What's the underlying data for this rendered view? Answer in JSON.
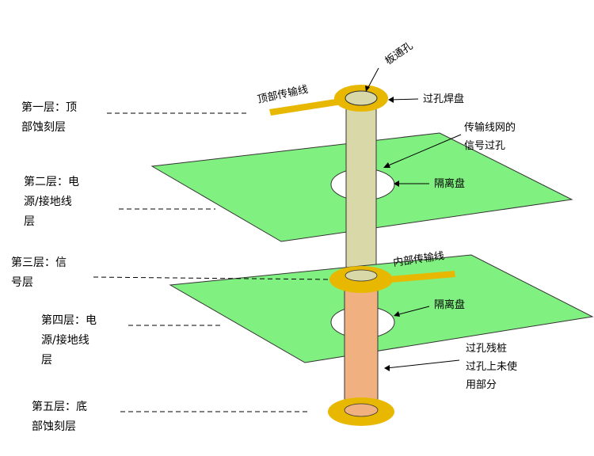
{
  "layers": {
    "l1a": "第一层：顶",
    "l1b": "部蚀刻层",
    "l2a": "第二层：电",
    "l2b": "源/接地线",
    "l2c": "层",
    "l3a": "第三层：信",
    "l3b": "号层",
    "l4a": "第四层：电",
    "l4b": "源/接地线",
    "l4c": "层",
    "l5a": "第五层：底",
    "l5b": "部蚀刻层"
  },
  "annotations": {
    "through_hole": "板通孔",
    "top_trace": "顶部传输线",
    "via_pad": "过孔焊盘",
    "signal_via_a": "传输线网的",
    "signal_via_b": "信号过孔",
    "antipad_1": "隔离盘",
    "inner_trace": "内部传输线",
    "antipad_2": "隔离盘",
    "stub_a": "过孔残桩",
    "stub_b": "过孔上未使",
    "stub_c": "用部分"
  },
  "colors": {
    "plane_fill": "#80f080",
    "pad": "#e8b800",
    "barrel_upper": "#d8d8a8",
    "barrel_stub": "#f0b080",
    "trace": "#e8b800"
  }
}
